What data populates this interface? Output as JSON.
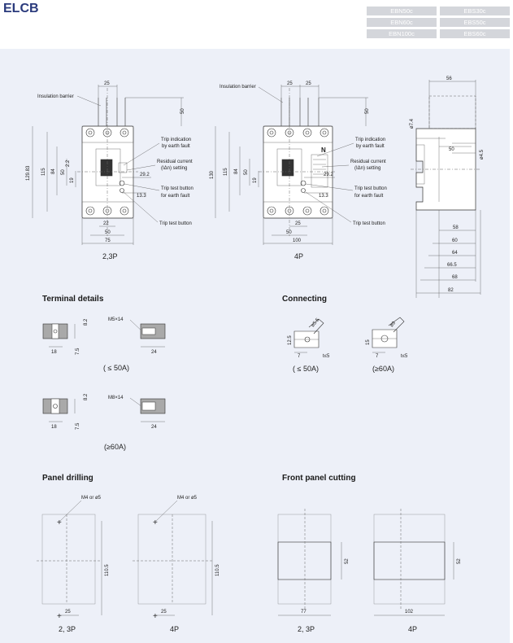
{
  "title": "ELCB",
  "models": [
    "EBN50c",
    "EBS30c",
    "EBN60c",
    "EBS50c",
    "EBN100c",
    "EBS60c"
  ],
  "views": {
    "p23": {
      "caption": "2,3P",
      "callouts": [
        "Insulation barrier",
        "Trip indication",
        "by earth fault",
        "Residual current",
        "(IΔn) setting",
        "Trip test button",
        "for earth fault",
        "Trip test button"
      ],
      "dims": [
        "25",
        "50",
        "129.83",
        "115",
        "84",
        "50",
        "19",
        "2.2",
        "29.2",
        "13.3",
        "22",
        "50",
        "75"
      ]
    },
    "p4": {
      "caption": "4P",
      "pole_mark": "N",
      "callouts": [
        "Insulation barrier",
        "Trip indication",
        "by earth fault",
        "Residual current",
        "(IΔn) setting",
        "Trip test button",
        "for earth fault",
        "Trip test button"
      ],
      "dims": [
        "25",
        "25",
        "50",
        "130",
        "115",
        "84",
        "50",
        "19",
        "29.2",
        "13.3",
        "25",
        "50",
        "100"
      ]
    },
    "side": {
      "dims": [
        "56",
        "ø7.4",
        "50",
        "ø4.5",
        "58",
        "60",
        "64",
        "66.5",
        "68",
        "82"
      ]
    }
  },
  "terminal": {
    "heading": "Terminal details",
    "small": {
      "screw": "M5×14",
      "dims": [
        "8.2",
        "18",
        "7.5",
        "24"
      ],
      "caption": "( ≤ 50A)"
    },
    "large": {
      "screw": "M8×14",
      "dims": [
        "8.2",
        "18",
        "7.5",
        "24"
      ],
      "caption": "(≥60A)"
    }
  },
  "connecting": {
    "heading": "Connecting",
    "small": {
      "dims": [
        "12.5",
        "ø5.5",
        "7",
        "t≤5"
      ],
      "caption": "( ≤ 50A)"
    },
    "large": {
      "dims": [
        "15",
        "ø9",
        "7",
        "t≤5"
      ],
      "caption": "(≥60A)"
    }
  },
  "panel_drilling": {
    "heading": "Panel drilling",
    "p23": {
      "hole": "M4 or ø5",
      "dims": [
        "110.5",
        "25"
      ],
      "caption": "2, 3P"
    },
    "p4": {
      "hole": "M4 or ø5",
      "dims": [
        "110.5",
        "25"
      ],
      "caption": "4P"
    }
  },
  "front_panel": {
    "heading": "Front panel cutting",
    "p23": {
      "dims": [
        "52",
        "77"
      ],
      "caption": "2, 3P"
    },
    "p4": {
      "dims": [
        "52",
        "102"
      ],
      "caption": "4P"
    }
  }
}
